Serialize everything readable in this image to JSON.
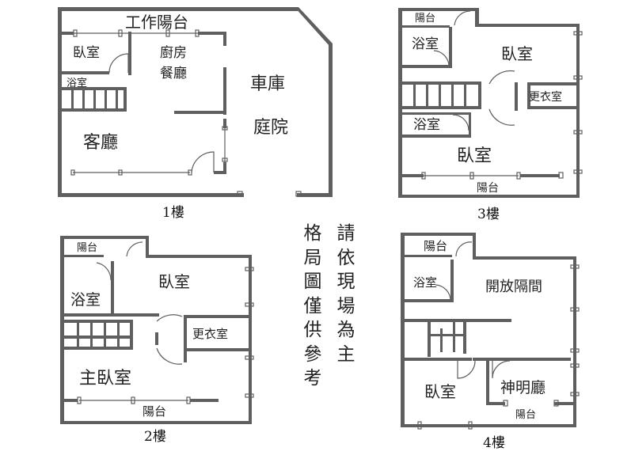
{
  "floor1": {
    "work_balcony": "工作陽台",
    "bedroom": "臥室",
    "kitchen": "廚房",
    "dining": "餐廳",
    "bathroom": "浴室",
    "garage": "車庫",
    "courtyard": "庭院",
    "living": "客廳",
    "caption": "1樓"
  },
  "floor2": {
    "balcony_top": "陽台",
    "bathroom": "浴室",
    "bedroom": "臥室",
    "dressing": "更衣室",
    "master_bedroom": "主臥室",
    "balcony_bottom": "陽台",
    "caption": "2樓"
  },
  "floor3": {
    "balcony_top": "陽台",
    "bathroom_top": "浴室",
    "bedroom_top": "臥室",
    "dressing": "更衣室",
    "bathroom_mid": "浴室",
    "bedroom_bottom": "臥室",
    "balcony_bottom": "陽台",
    "caption": "3樓"
  },
  "floor4": {
    "balcony_top": "陽台",
    "bathroom": "浴室",
    "open_space": "開放隔間",
    "bedroom": "臥室",
    "shrine": "神明廳",
    "balcony_bottom": "陽台",
    "caption": "4樓"
  },
  "notice": {
    "col_left": [
      "格",
      "局",
      "圖",
      "僅",
      "供",
      "參",
      "考"
    ],
    "col_right": [
      "請",
      "依",
      "現",
      "場",
      "為",
      "主"
    ]
  }
}
